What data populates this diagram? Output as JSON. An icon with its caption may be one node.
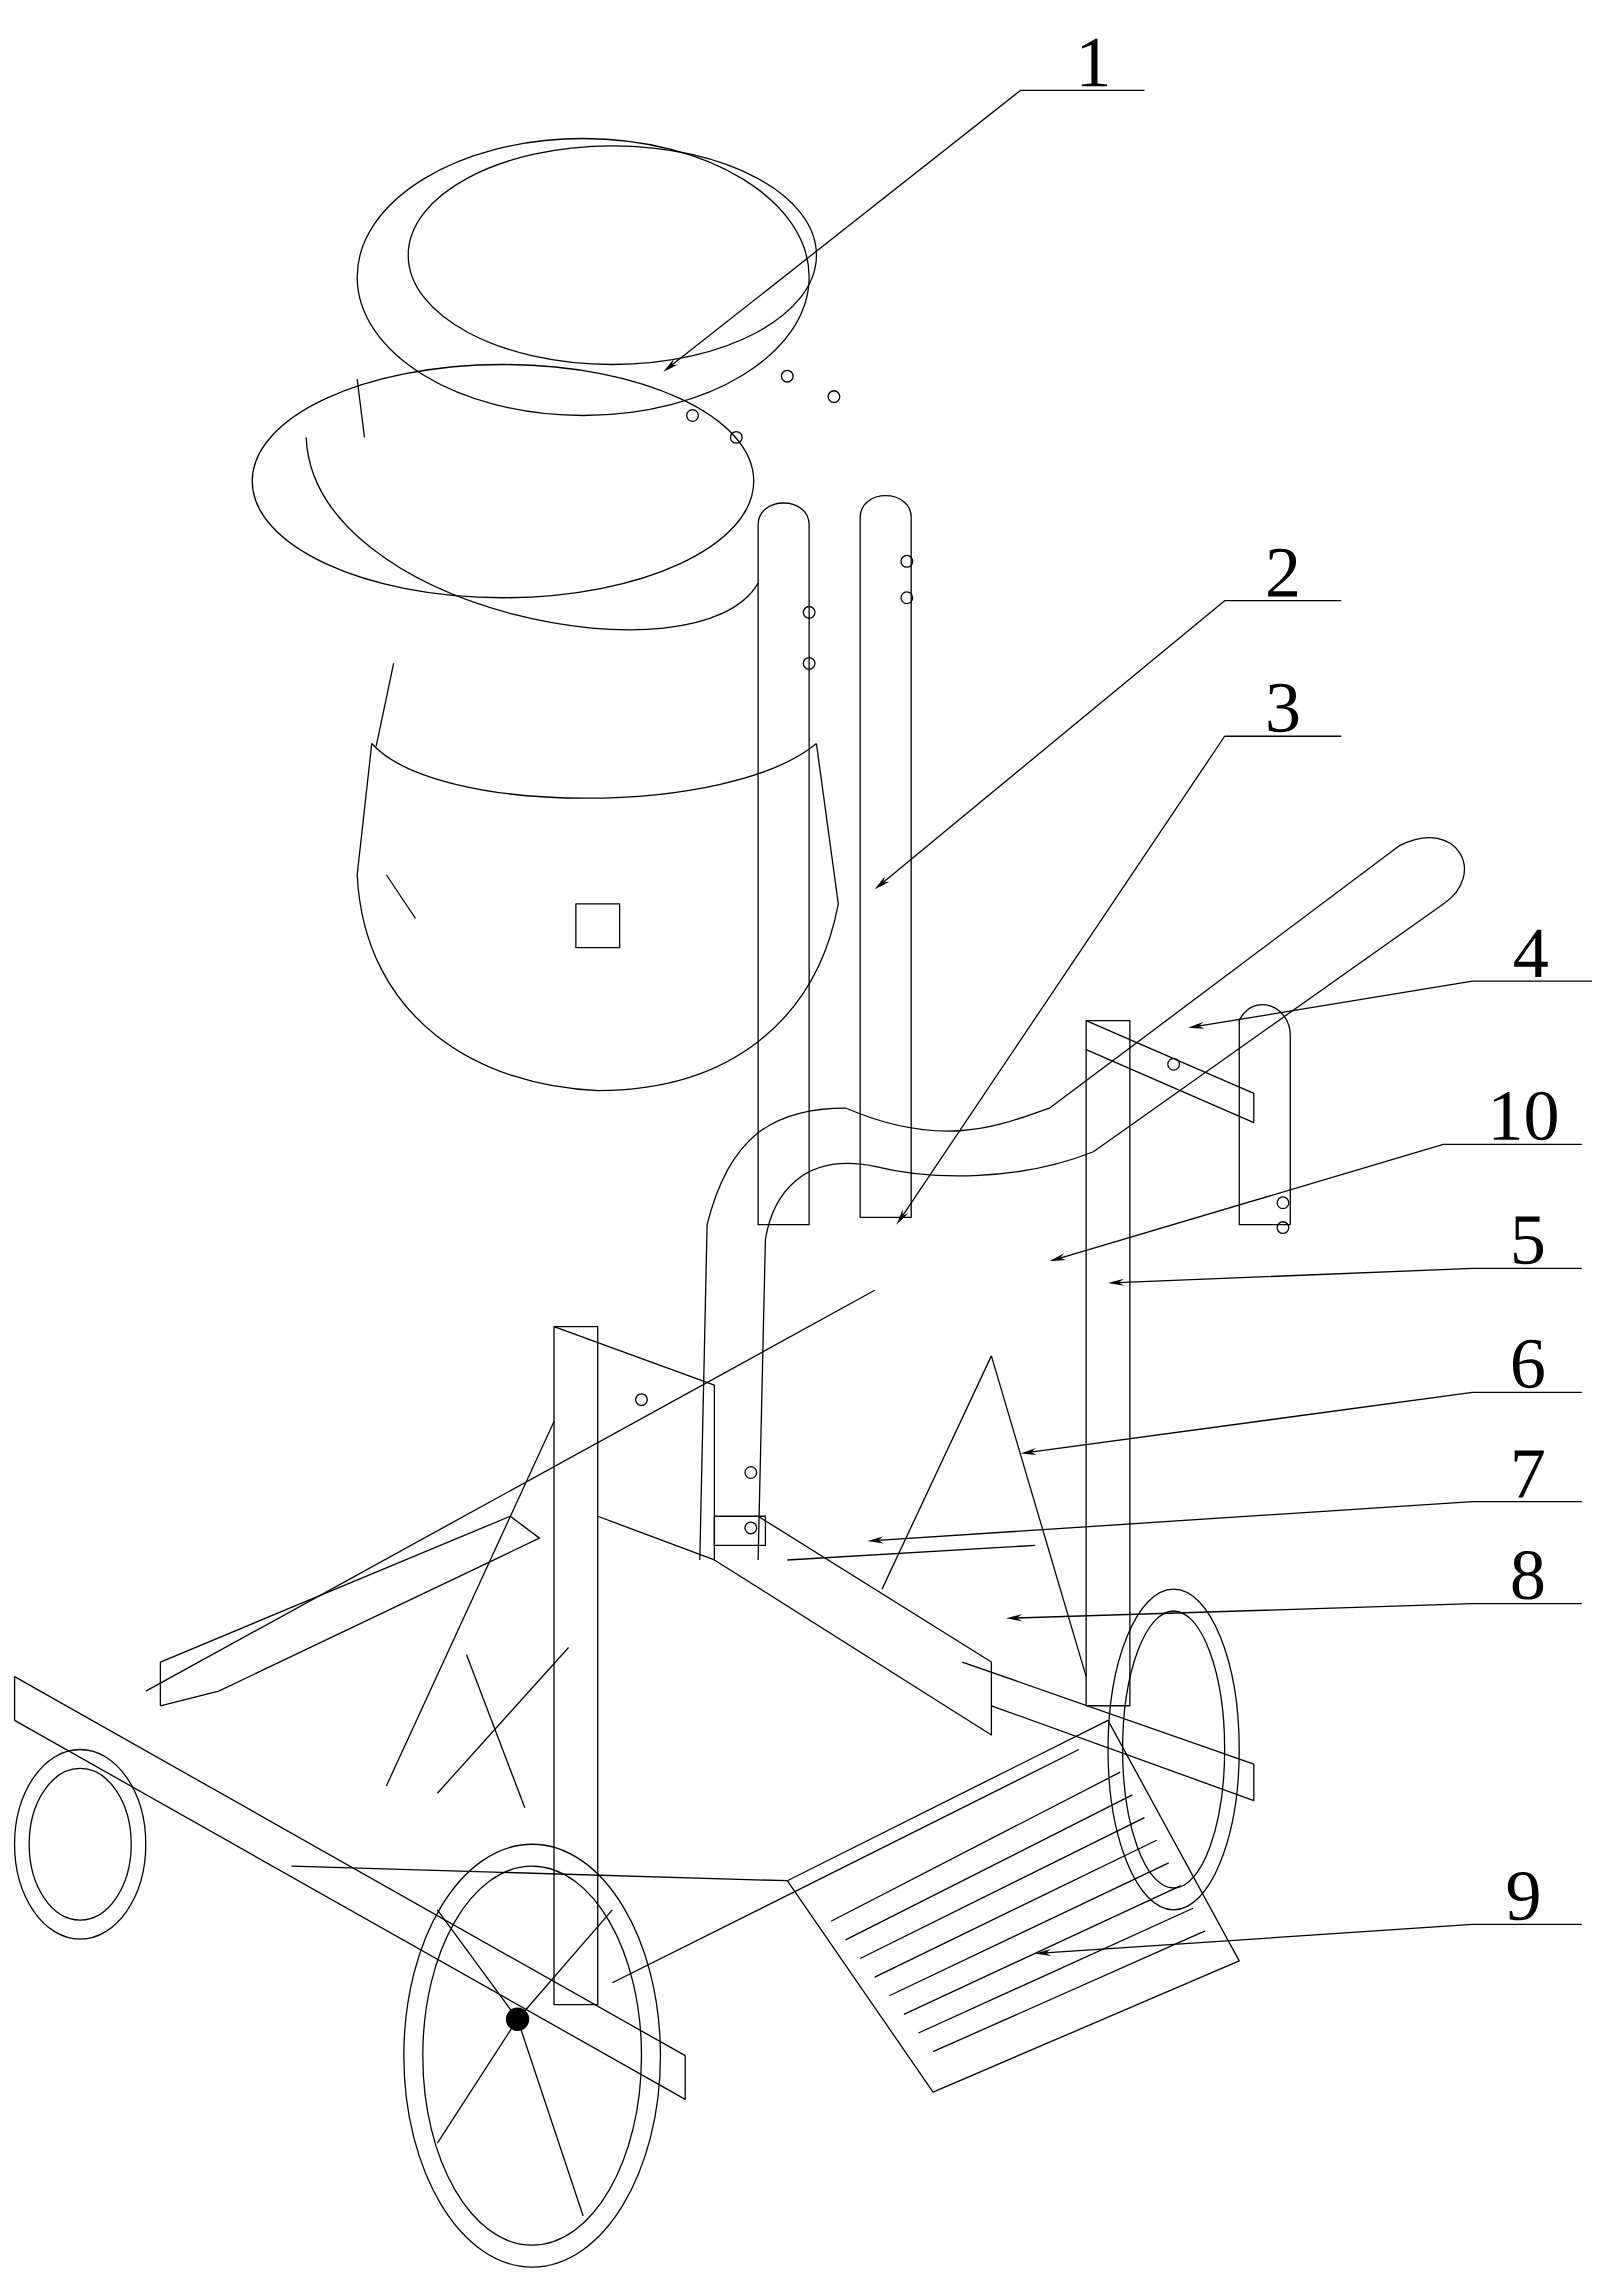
{
  "diagram": {
    "nodes": [
      {
        "text": [
          "1"
        ]
      },
      {
        "text": [
          "2"
        ]
      },
      {
        "text": [
          "3"
        ]
      },
      {
        "text": [
          "4"
        ]
      },
      {
        "text": [
          "10"
        ]
      },
      {
        "text": [
          "5"
        ]
      },
      {
        "text": [
          "6"
        ]
      },
      {
        "text": [
          "7"
        ]
      },
      {
        "text": [
          "8"
        ]
      },
      {
        "text": [
          "9"
        ]
      }
    ],
    "edges": [
      {
        "from": 0,
        "to": null,
        "arrow": "to"
      },
      {
        "from": 1,
        "to": null,
        "arrow": "to"
      },
      {
        "from": 2,
        "to": null,
        "arrow": "to"
      },
      {
        "from": 3,
        "to": null,
        "arrow": "to"
      },
      {
        "from": 4,
        "to": null,
        "arrow": "to"
      },
      {
        "from": 5,
        "to": null,
        "arrow": "to"
      },
      {
        "from": 6,
        "to": null,
        "arrow": "to"
      },
      {
        "from": 7,
        "to": null,
        "arrow": "to"
      },
      {
        "from": 8,
        "to": null,
        "arrow": "to"
      },
      {
        "from": 9,
        "to": null,
        "arrow": "to"
      }
    ]
  }
}
